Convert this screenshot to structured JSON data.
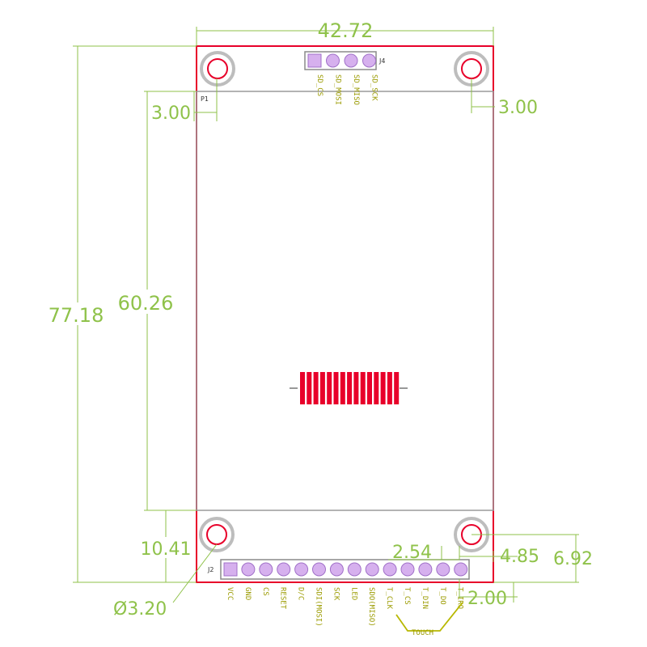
{
  "dimensions": {
    "width": "42.72",
    "height": "77.18",
    "lcd_height": "60.26",
    "hole_offset_left": "3.00",
    "hole_offset_right": "3.00",
    "bottom_margin": "10.41",
    "pin_pitch": "2.54",
    "pin_offset": "4.85",
    "header_offset": "6.92",
    "edge_offset": "2.00",
    "hole_diameter": "Ø3.20"
  },
  "ref_designators": {
    "top_header": "J4",
    "bottom_header": "J2",
    "lcd": "P1"
  },
  "top_header_pins": [
    "SD_CS",
    "SD_MOSI",
    "SD_MISO",
    "SD_SCK"
  ],
  "bottom_header_pins": [
    "VCC",
    "GND",
    "CS",
    "RESET",
    "D/C",
    "SDI(MOSI)",
    "SCK",
    "LED",
    "SDO(MISO)",
    "T_CLK",
    "T_CS",
    "T_DIN",
    "T_DO",
    "T_IRQ"
  ],
  "touch_label": "TOUCH",
  "colors": {
    "outline": "#e8002a",
    "dimension": "#8fc24a",
    "pad": "#d6b0ee",
    "silkscreen": "#9b9b00"
  }
}
